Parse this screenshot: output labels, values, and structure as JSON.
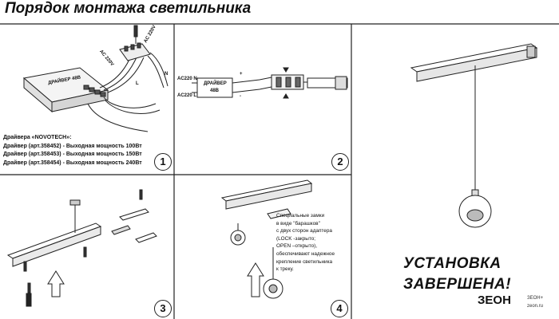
{
  "title": "Порядок монтажа светильника",
  "step1": {
    "number": "1",
    "driver_box_label": "ДРАЙВЕР 48В",
    "ac_label_top": "AC 220V",
    "ac_label_side": "AC 220V",
    "wire_n": "N",
    "wire_l": "L",
    "drivers_heading": "Драйвера «NOVOTECH»:",
    "drivers": [
      "Драйвер (арт.358452) - Выходная мощность 100Вт",
      "Драйвер (арт.358453) - Выходная мощность 150Вт",
      "Драйвер (арт.358454) - Выходная мощность 240Вт"
    ]
  },
  "step2": {
    "number": "2",
    "ac_n": "AC220 N",
    "ac_l": "AC220 L",
    "driver_label_1": "ДРАЙВЕР",
    "driver_label_2": "48В",
    "plus": "+",
    "minus": "-"
  },
  "step3": {
    "number": "3"
  },
  "step4": {
    "number": "4",
    "locks_text": [
      "Специальные замки",
      "в виде \"барашков\"",
      "с двух сторон адаптера",
      "(LOCK -закрыто;",
      "OPEN –открыто),",
      "обеспечивают надежное",
      "крепление светильника",
      "к треку."
    ]
  },
  "step5": {
    "done_line1": "УСТАНОВКА",
    "done_line2": "ЗАВЕРШЕНА!"
  },
  "brand": {
    "logo": "ЗЕОН",
    "sub1": "ЗЕОН+",
    "sub2": "zeon.ru"
  }
}
